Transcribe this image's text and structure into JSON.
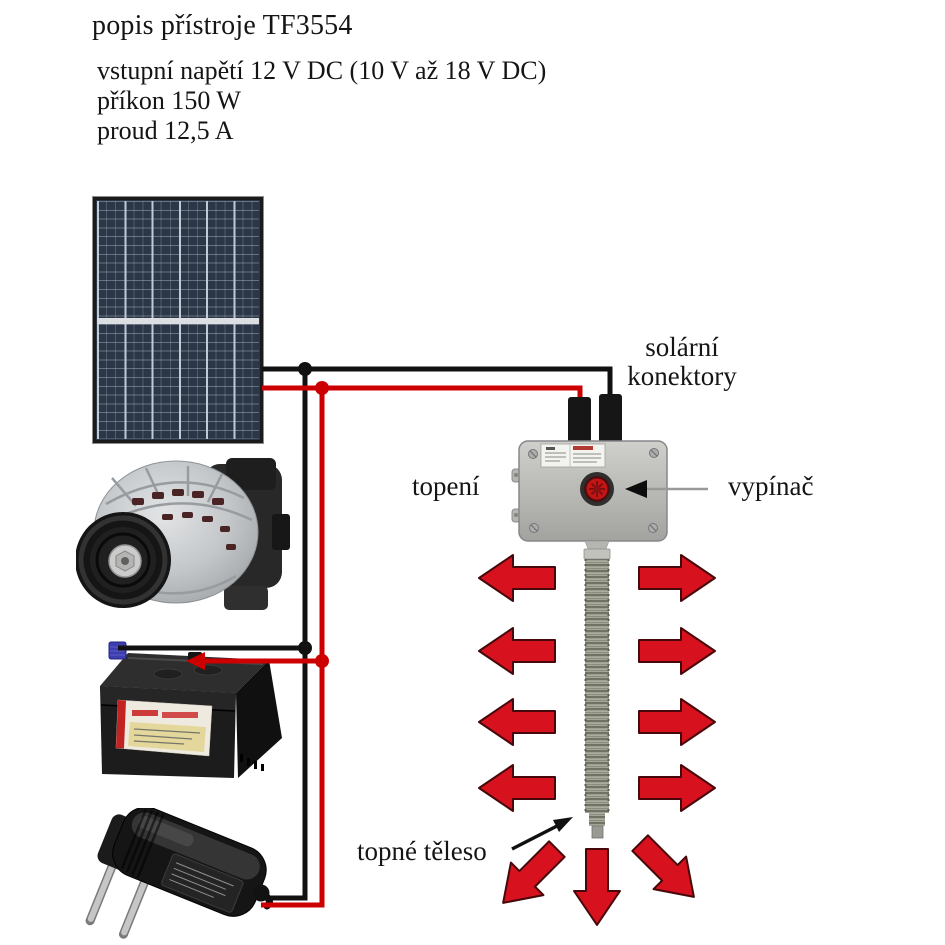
{
  "header": {
    "title": "popis přístroje TF3554",
    "specs": [
      "vstupní napětí 12 V DC (10 V až 18 V DC)",
      "příkon 150 W",
      "proud 12,5 A"
    ]
  },
  "labels": {
    "solar_connectors_line1": "solární",
    "solar_connectors_line2": "konektory",
    "heating": "topení",
    "switch": "vypínač",
    "heating_element": "topné těleso"
  },
  "colors": {
    "wire_positive_red": "#cc0000",
    "wire_negative_black": "#111111",
    "heat_arrow_red": "#d7111d",
    "switch_button_red": "#c41414",
    "enclosure_gray": "#b9b9b5",
    "solar_cell_blue": "#2b3647"
  }
}
